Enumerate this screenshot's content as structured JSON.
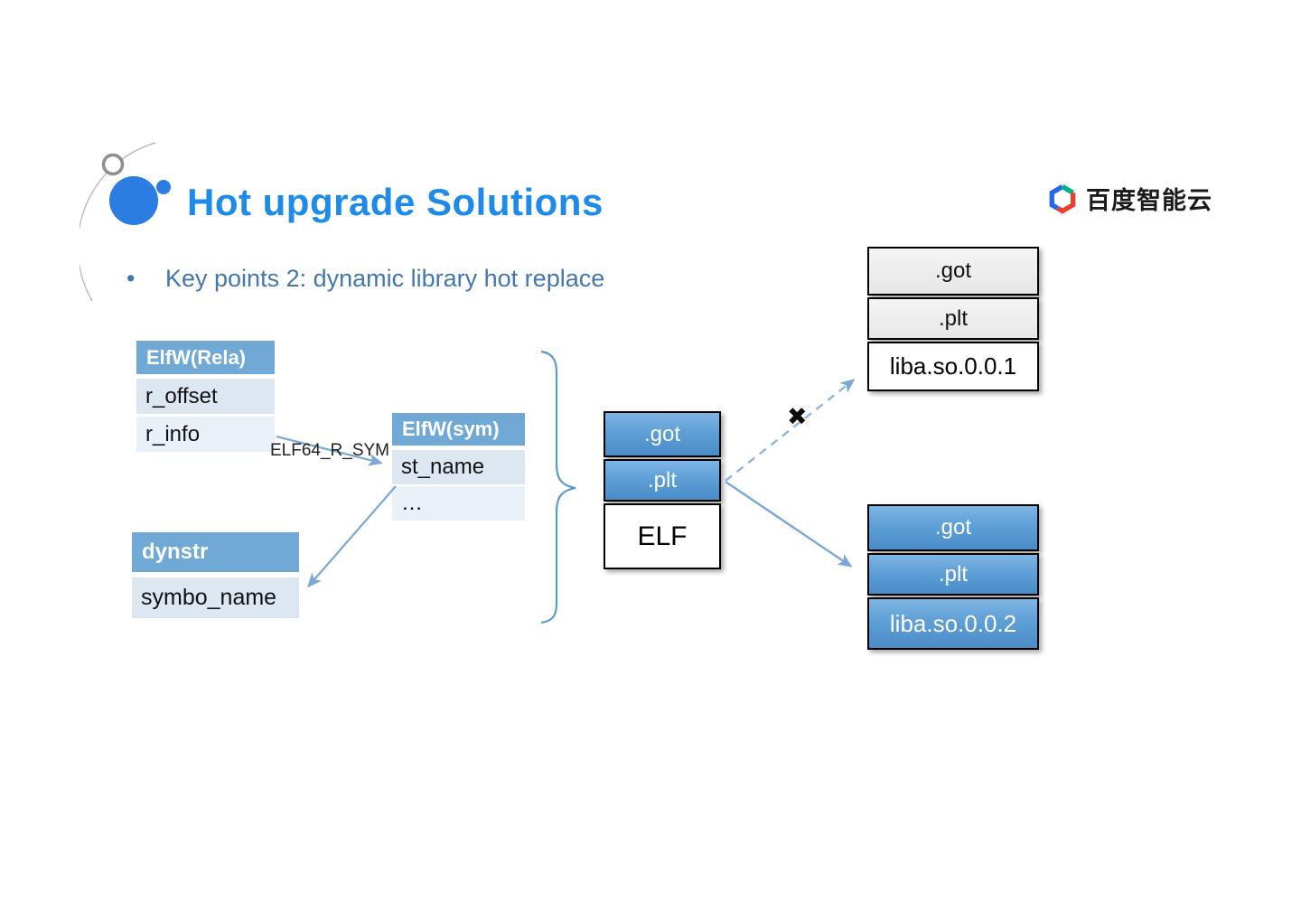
{
  "header": {
    "title": "Hot upgrade Solutions",
    "logo_text": "百度智能云"
  },
  "bullet": {
    "marker": "•",
    "text": "Key points 2: dynamic library hot replace"
  },
  "tables": {
    "rela": {
      "header": "ElfW(Rela)",
      "rows": [
        "r_offset",
        "r_info"
      ]
    },
    "sym": {
      "header": "ElfW(sym)",
      "rows": [
        "st_name",
        "…"
      ]
    },
    "dynstr": {
      "header": "dynstr",
      "rows": [
        "symbo_name"
      ]
    }
  },
  "stacks": {
    "elf": {
      "cells": [
        ".got",
        ".plt",
        "ELF"
      ]
    },
    "liba_old": {
      "cells": [
        ".got",
        ".plt",
        "liba.so.0.0.1"
      ]
    },
    "liba_new": {
      "cells": [
        ".got",
        ".plt",
        "liba.so.0.0.2"
      ]
    }
  },
  "annotations": {
    "relocation_macro": "ELF64_R_SYM",
    "cross_mark": "✖"
  },
  "colors": {
    "title_blue": "#1E8BE8",
    "bullet_blue": "#4377B0",
    "table_header_blue": "#71A9D6",
    "table_row_light": "#DCE7F2",
    "table_row_lighter": "#EAF0F8",
    "stack_blue_top": "#7FB5E5",
    "stack_blue_bottom": "#4A8CC8",
    "arrow_blue": "#7AA8D8",
    "brace_blue": "#5B9BD5",
    "logo_green": "#00B386",
    "logo_blue": "#2468F2",
    "logo_red": "#E8412F"
  }
}
